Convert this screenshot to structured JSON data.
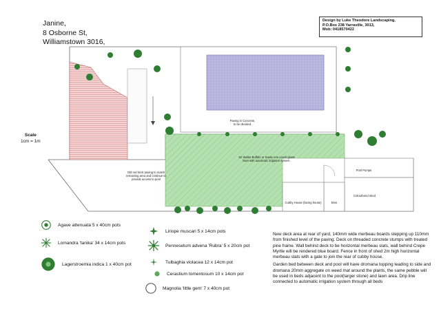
{
  "client": {
    "name": "Janine,",
    "street": "8 Osborne St,",
    "suburb": "Williamstown 3016,"
  },
  "designer": {
    "line1": "Design by Luke Theodore Landscaping,",
    "line2": "P.O.Box 238 Yarraville, 3013,",
    "line3": "Mob: 0418570422"
  },
  "scale": {
    "title": "Scale",
    "value": "1cm = 1m"
  },
  "plan_labels": {
    "paving": "Paving in Concrete,\nto be decided.",
    "lawn": "Sir Walter Buffalo or Santa Ana couch grass\nlawn with automatic irrigation system.",
    "red_brick": "Old red brick paving to match\nremaining area and continue to\nprovide access to pool",
    "pool_pumps": "Pool Pumps",
    "colourbond_shed": "Colourbond shed",
    "cubby_house": "Cubby House (facing house)",
    "bins": "Bins"
  },
  "legend": [
    {
      "icon": "agave-icon",
      "label": "Agave attenuata 5 x 40cm pots"
    },
    {
      "icon": "lomandra-icon",
      "label": "Lomandra 'tanika' 34 x 14cm pots"
    },
    {
      "icon": "lagerstroemia-icon",
      "label": "Lagerstroemia indica 1 x 40cm pot"
    },
    {
      "icon": "liriope-icon",
      "label": "Liriope muscari 5 x 14cm pots"
    },
    {
      "icon": "pennisetum-icon",
      "label": "Pennesetum advena 'Rubra' 5 x 20cm pot"
    },
    {
      "icon": "tulbaghia-icon",
      "label": "Tulbaghia violacea 12 x 14cm pot"
    },
    {
      "icon": "cerastium-icon",
      "label": "Cerastium tomentosum 10 x 14cm pot"
    },
    {
      "icon": "magnolia-icon",
      "label": "Magnolia 'little gem' 7 x 40cm pot"
    }
  ],
  "notes": {
    "p1": "New deck area at rear of yard, 140mm wide merbeau boards stepping up 110mm from finished level of the paving.  Deck on threaded concrete stumps with treated pine frame.  Wall behind deck to be horizontal merbeau slats, wall behind Crepe Myrtle will be rendered blue board.  Fence in front of shed 2m high horizontal merbeau slats with a gate to join the rear of cubby house.",
    "p2": "Garden bed between deck and pool will have dromana topping leading to side and dromana 20mm aggregate on weed mat around the plants, the same pebble will be used in beds adjacent to the pool(larger stone) and lawn area.  Drip line connected to automatic irrigation system through all beds"
  },
  "colors": {
    "pool": "#b9b6dd",
    "lawn": "#a8d8a4",
    "deck": "#f0c8c8",
    "shrub": "#2e7d32",
    "line": "#555555"
  }
}
